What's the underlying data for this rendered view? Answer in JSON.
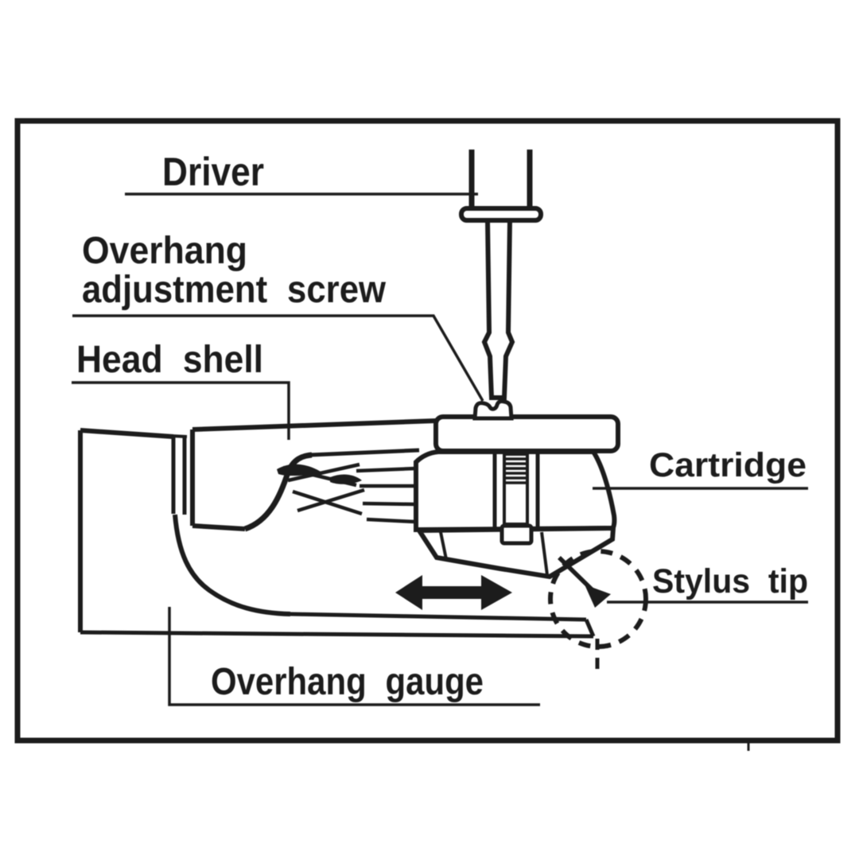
{
  "diagram": {
    "labels": {
      "driver": "Driver",
      "overhang_screw_line1": "Overhang",
      "overhang_screw_line2": "adjustment screw",
      "head_shell": "Head shell",
      "cartridge": "Cartridge",
      "stylus_tip": "Stylus tip",
      "overhang_gauge": "Overhang gauge"
    },
    "colors": {
      "ink": "#1c1c1c",
      "background": "#ffffff"
    }
  }
}
